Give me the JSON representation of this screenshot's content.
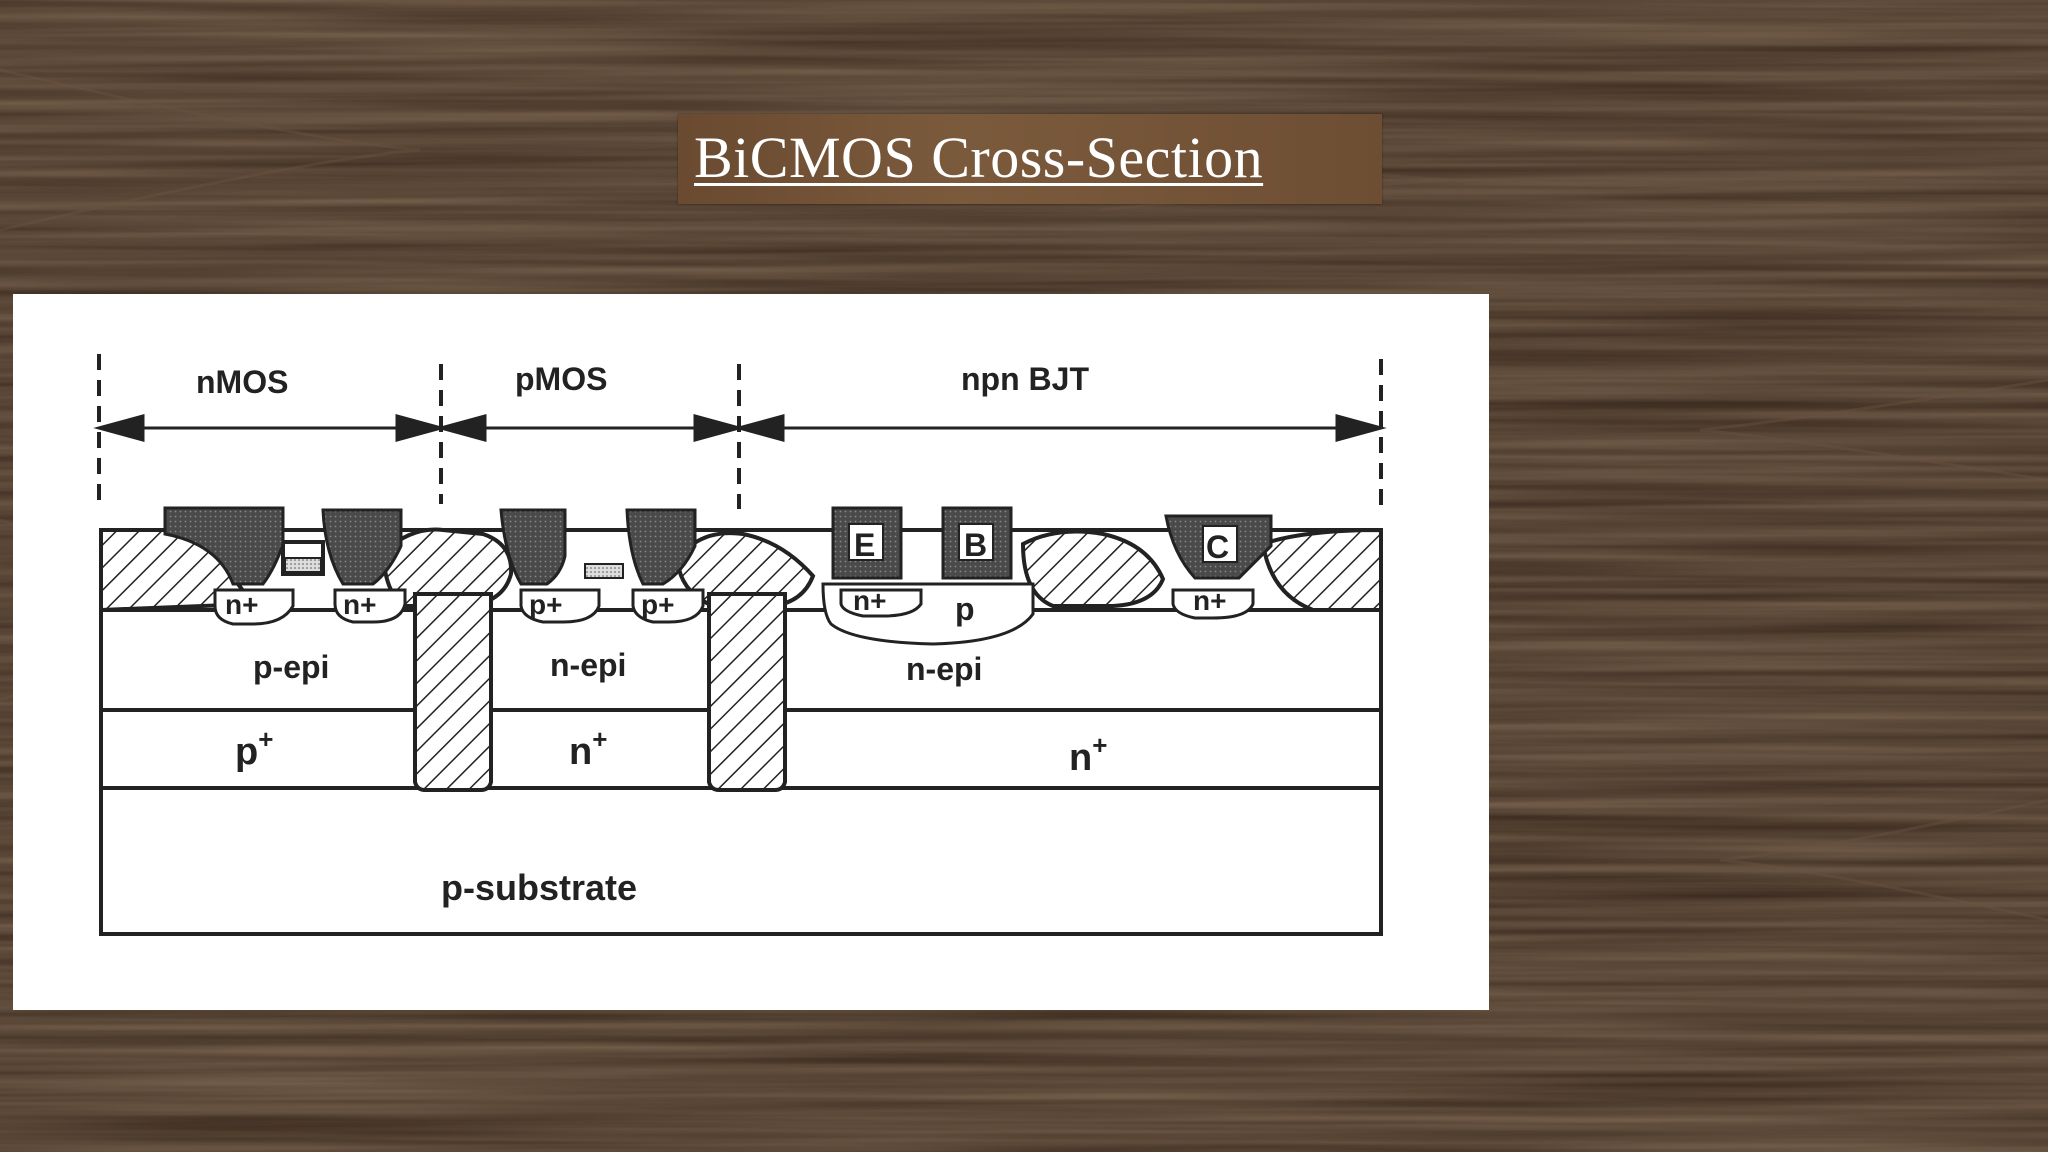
{
  "title": "BiCMOS Cross-Section",
  "colors": {
    "background_wood": "#3a2a1e",
    "title_plate": "#7b5a3c",
    "diagram_ink": "#222222",
    "gate_fill": "#4a4a4a"
  },
  "diagram": {
    "regions": {
      "nmos": "nMOS",
      "pmos": "pMOS",
      "npn": "npn BJT"
    },
    "diffusions": {
      "n_plus_1": "n+",
      "n_plus_2": "n+",
      "p_plus_1": "p+",
      "p_plus_2": "p+",
      "emitter_n_plus": "n+",
      "base_p": "p",
      "collector_n_plus": "n+"
    },
    "terminals": {
      "emitter": "E",
      "base": "B",
      "collector": "C"
    },
    "layers": {
      "p_epi": "p-epi",
      "n_epi_pmos": "n-epi",
      "n_epi_bjt": "n-epi",
      "p_buried": "p",
      "n_buried_pmos": "n",
      "n_buried_bjt": "n",
      "plus_sup": "+",
      "substrate": "p-substrate"
    }
  }
}
